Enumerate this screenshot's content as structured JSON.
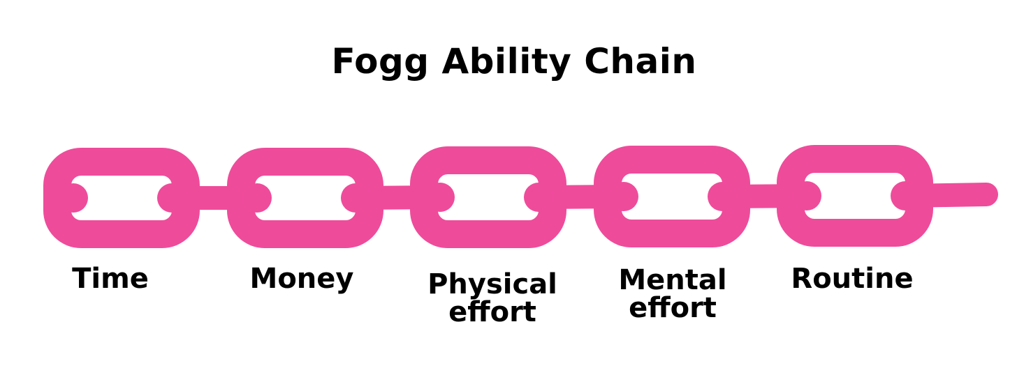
{
  "title": "Fogg Ability Chain",
  "colors": {
    "chain": "#ef4b9b",
    "text": "#000000",
    "background": "#ffffff"
  },
  "links": [
    {
      "label_lines": [
        "Time"
      ]
    },
    {
      "label_lines": [
        "Money"
      ]
    },
    {
      "label_lines": [
        "Physical",
        "effort"
      ]
    },
    {
      "label_lines": [
        "Mental",
        "effort"
      ]
    },
    {
      "label_lines": [
        "Routine"
      ]
    }
  ]
}
